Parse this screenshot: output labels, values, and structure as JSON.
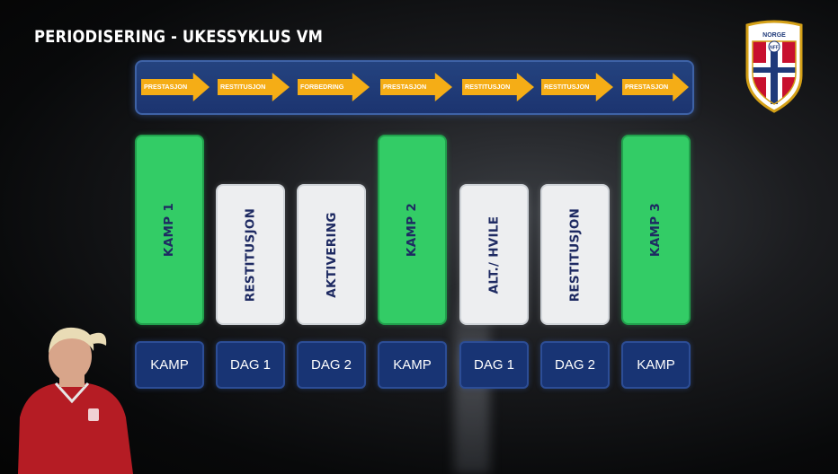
{
  "title": "PERIODISERING - UKESSYKLUS VM",
  "logo": {
    "text": "NORGE",
    "emblem_text": "NFF"
  },
  "arrows": [
    "PRESTASJON",
    "RESTITUSJON",
    "FORBEDRING",
    "PRESTASJON",
    "RESTITUSJON",
    "RESTITUSJON",
    "PRESTASJON"
  ],
  "cards": [
    {
      "label": "KAMP 1",
      "color": "green"
    },
    {
      "label": "RESTITUSJON",
      "color": "white"
    },
    {
      "label": "AKTIVERING",
      "color": "white"
    },
    {
      "label": "KAMP 2",
      "color": "green"
    },
    {
      "label": "ALT./ HVILE",
      "color": "white"
    },
    {
      "label": "RESTITUSJON",
      "color": "white"
    },
    {
      "label": "KAMP 3",
      "color": "green"
    }
  ],
  "days": [
    "KAMP",
    "DAG 1",
    "DAG 2",
    "KAMP",
    "DAG 1",
    "DAG 2",
    "KAMP"
  ],
  "colors": {
    "green": "#33cc66",
    "white": "#edeef0",
    "navy": "#183474",
    "arrow": "#f5ad16",
    "logo_red": "#c8102e",
    "logo_gold": "#d4a017"
  }
}
